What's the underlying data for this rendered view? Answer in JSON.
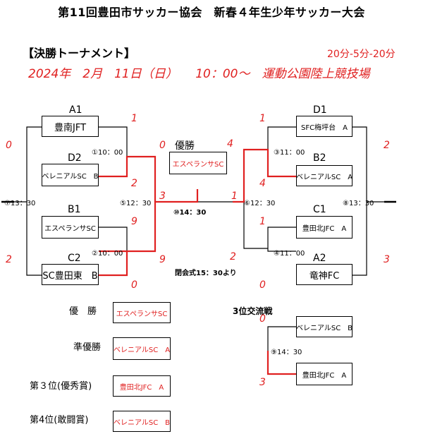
{
  "title": "第11回豊田市サッカー協会　新春４年生少年サッカー大会",
  "heading": "【決勝トーナメント】",
  "time_rule": "20分-5分-20分",
  "dateline": "2024年　2月　11日（日）　　10：00～　運動公園陸上競技場",
  "left": {
    "a1": {
      "label": "A1",
      "team": "豊南JFT"
    },
    "d2": {
      "label": "D2",
      "team": "ベレニアルSC　B"
    },
    "b1": {
      "label": "B1",
      "team": "エスペランサSC"
    },
    "c2": {
      "label": "C2",
      "team": "SC豊田東　B"
    },
    "m1_time": "①10：00",
    "m2_time": "②10：00",
    "m5_time": "⑤12：30",
    "m7_time": "⑦13：30"
  },
  "right": {
    "d1": {
      "label": "D1",
      "team": "SFC梅坪台　A"
    },
    "b2": {
      "label": "B2",
      "team": "ベレニアルSC　A"
    },
    "c1": {
      "label": "C1",
      "team": "豊田北JFC　A"
    },
    "a2": {
      "label": "A2",
      "team": "竜神FC"
    },
    "m3_time": "③11：00",
    "m4_time": "④11：00",
    "m6_time": "⑥12：30",
    "m8_time": "⑧13：30"
  },
  "final": {
    "label": "優勝",
    "winner": "エスペランサSC",
    "time": "⑩14：30",
    "ceremony": "閉会式15：30より"
  },
  "scores": {
    "a1": "1",
    "d2": "2",
    "m1_left": "0",
    "m1_right": "0",
    "b1": "9",
    "c2": "0",
    "m2_final": "9",
    "m7_bottom": "2",
    "sf_left": "3",
    "sf_right": "1",
    "final_left": "0",
    "final_right": "4",
    "d1": "1",
    "b2": "4",
    "c1": "1",
    "a2": "0",
    "m3_outer": "2",
    "m4_outer": "3",
    "m6_bottom": "2"
  },
  "third_place": {
    "title": "3位交流戦",
    "time": "⑨14：30",
    "team_top": "ベレニアルSC　B",
    "team_bottom": "豊田北JFC　A",
    "score_top": "0",
    "score_bottom": "3"
  },
  "rankings": [
    {
      "rank": "優　勝",
      "team": "エスペランサSC"
    },
    {
      "rank": "準優勝",
      "team": "ベレニアルSC　A"
    },
    {
      "rank": "第３位(優秀賞)",
      "team": "豊田北JFC　A"
    },
    {
      "rank": "第4位(敢闘賞)",
      "team": "ベレニアルSC　B"
    }
  ],
  "colors": {
    "highlight": "#e02020",
    "line": "#000000"
  }
}
